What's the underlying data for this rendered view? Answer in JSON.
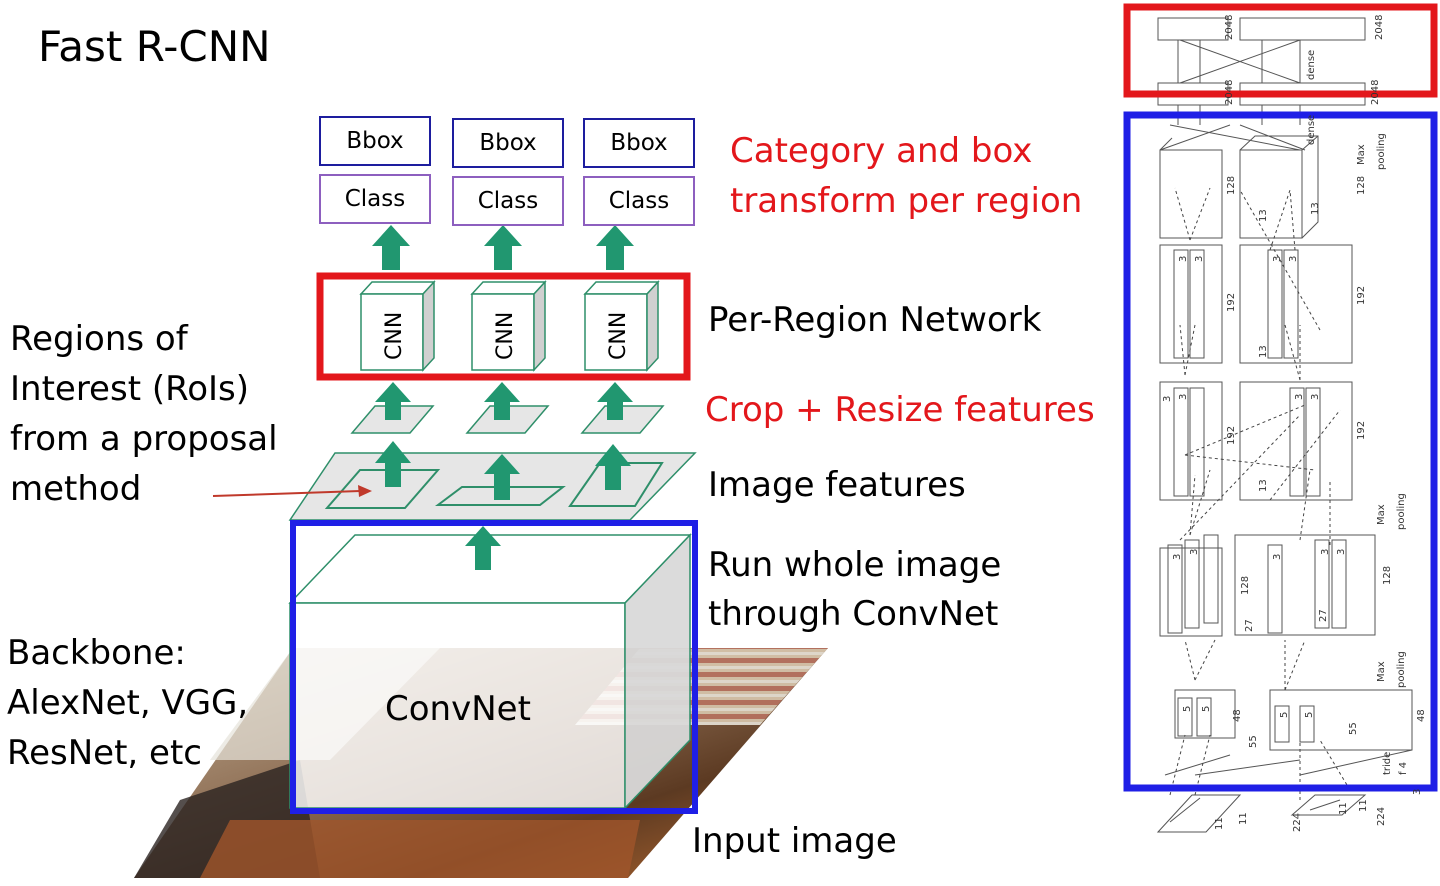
{
  "title": "Fast R-CNN",
  "labels": {
    "category_line1": "Category and box",
    "category_line2": "transform per region",
    "per_region": "Per-Region Network",
    "crop": "Crop + Resize features",
    "image_features": "Image features",
    "run_line1": "Run whole image",
    "run_line2": "through ConvNet",
    "input_image": "Input image",
    "rois_line1": "Regions of",
    "rois_line2": "Interest (RoIs)",
    "rois_line3": "from a proposal",
    "rois_line4": "method",
    "backbone_line1": "Backbone:",
    "backbone_line2": "AlexNet, VGG,",
    "backbone_line3": "ResNet, etc",
    "convnet": "ConvNet"
  },
  "heads": [
    {
      "bbox": "Bbox",
      "class": "Class"
    },
    {
      "bbox": "Bbox",
      "class": "Class"
    },
    {
      "bbox": "Bbox",
      "class": "Class"
    }
  ],
  "cnn_label": "CNN",
  "alexnet": {
    "dense": "dense",
    "max_pooling_1": "Max",
    "max_pooling_2": "pooling",
    "stride_1": "tride",
    "stride_2": "f 4",
    "n2048": "2048",
    "n128": "128",
    "n13": "13",
    "n192": "192",
    "n3": "3",
    "n27": "27",
    "n48": "48",
    "n55": "55",
    "n5": "5",
    "n224": "224",
    "n11": "11"
  },
  "colors": {
    "red": "#e3171b",
    "blue": "#1f1fe6",
    "arrow": "#219770",
    "bbox_border": "#1d1d9e",
    "class_border": "#8d5fbf"
  }
}
